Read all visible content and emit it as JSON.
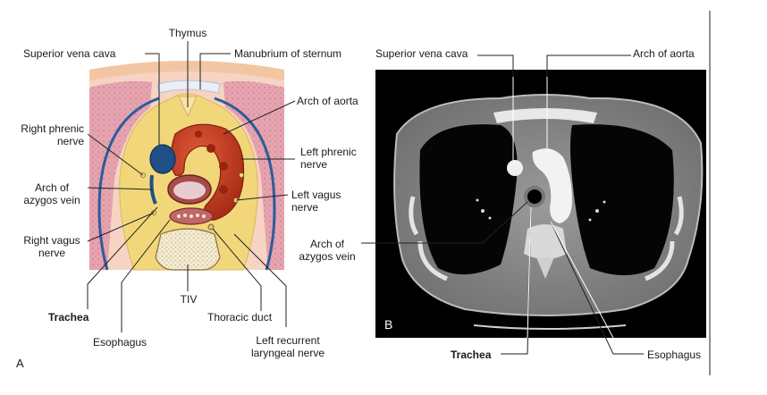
{
  "panel_a": {
    "letter": "A",
    "labels": {
      "thymus": "Thymus",
      "superior_vena_cava": "Superior vena cava",
      "manubrium": "Manubrium of sternum",
      "arch_of_aorta": "Arch of aorta",
      "right_phrenic": [
        "Right phrenic",
        "nerve"
      ],
      "left_phrenic": [
        "Left phrenic",
        "nerve"
      ],
      "arch_azygos": [
        "Arch of",
        "azygos vein"
      ],
      "left_vagus": [
        "Left vagus",
        "nerve"
      ],
      "right_vagus": [
        "Right vagus",
        "nerve"
      ],
      "tiv": "TIV",
      "trachea": "Trachea",
      "thoracic_duct": "Thoracic duct",
      "esophagus": "Esophagus",
      "left_recurrent": [
        "Left recurrent",
        "laryngeal nerve"
      ]
    }
  },
  "panel_b": {
    "letter": "B",
    "labels": {
      "superior_vena_cava": "Superior vena cava",
      "arch_of_aorta": "Arch of aorta",
      "arch_azygos": [
        "Arch of",
        "azygos vein"
      ],
      "trachea": "Trachea",
      "esophagus": "Esophagus"
    }
  },
  "colors": {
    "body_wall_pink": "#e8a9b4",
    "fat_yellow": "#f2d77a",
    "aorta_red": "#c8391f",
    "svc_blue": "#1f4f86",
    "pleura_blue": "#2b5d9a",
    "ct_background": "#000000"
  }
}
